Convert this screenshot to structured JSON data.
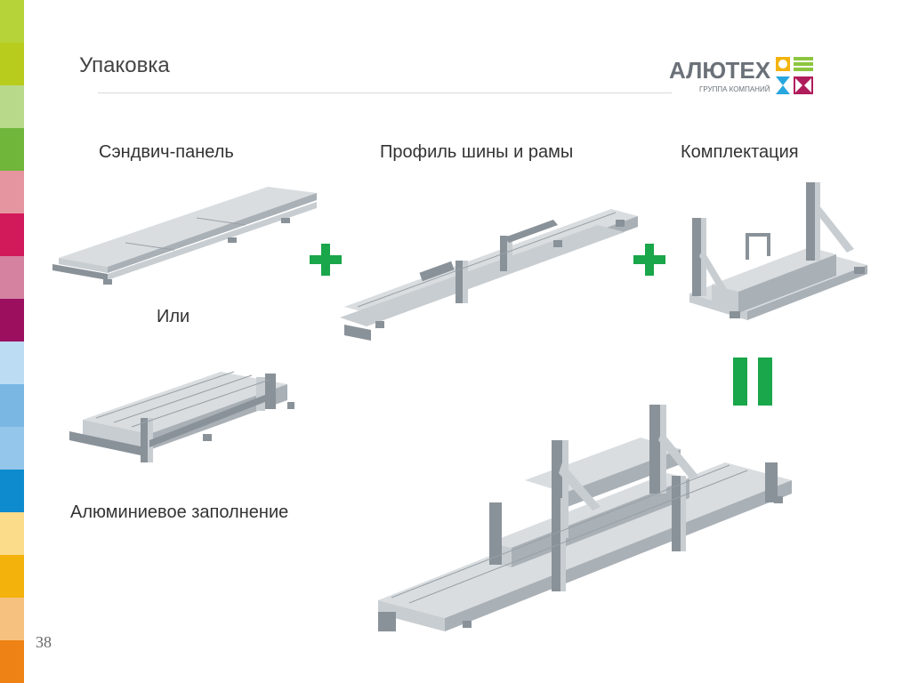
{
  "slide": {
    "title": "Упаковка",
    "page_number": "38"
  },
  "logo": {
    "name": "АЛЮТЕХ",
    "subtitle": "ГРУППА КОМПАНИЙ"
  },
  "labels": {
    "sandwich_panel": "Сэндвич-панель",
    "profile": "Профиль шины и рамы",
    "kit": "Комплектация",
    "or": "Или",
    "aluminum_fill": "Алюминиевое заполнение"
  },
  "colors": {
    "plus_green": "#1aa64a",
    "equals_green": "#1aa64a",
    "sidebar": [
      "#b7d33a",
      "#b8cc1d",
      "#b9d98a",
      "#6fb63b",
      "#e595a0",
      "#d2195a",
      "#d482a0",
      "#9c0f5f",
      "#bcdcf3",
      "#7ab8e3",
      "#93c6ea",
      "#0e8bcf",
      "#fbdc8b",
      "#f3b30c",
      "#f6c07e",
      "#ee8214"
    ]
  }
}
